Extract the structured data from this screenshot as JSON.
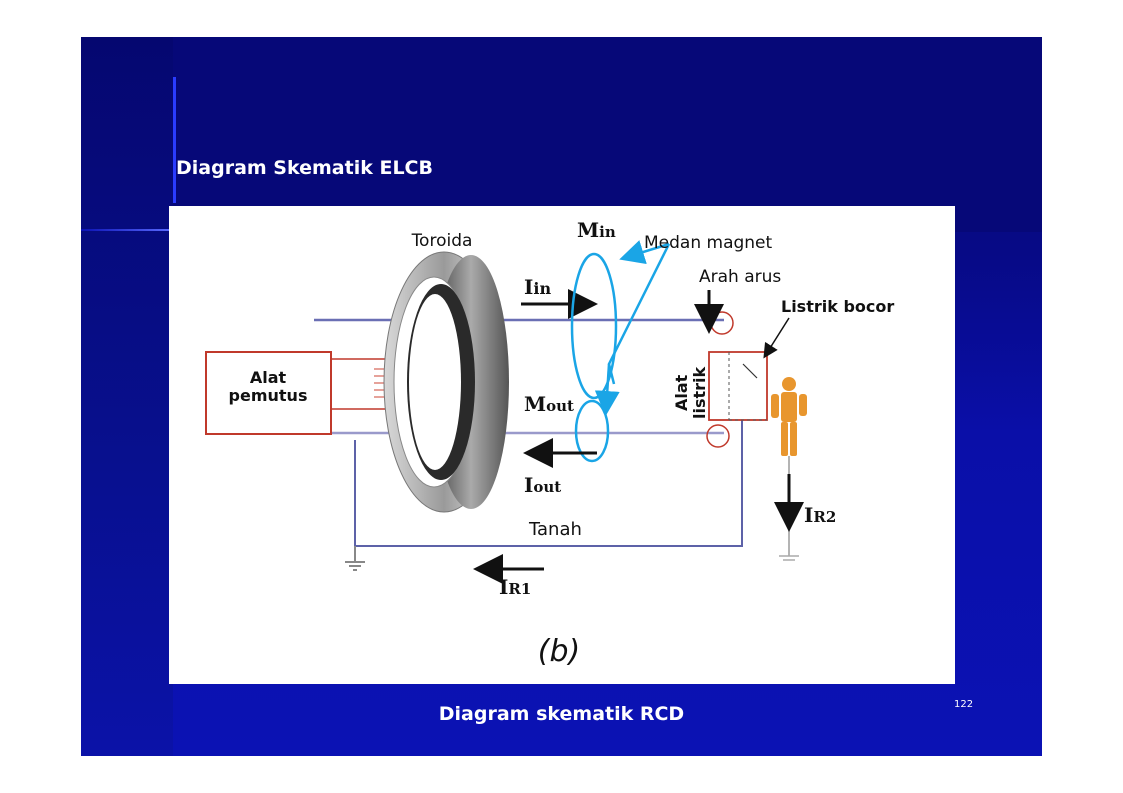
{
  "slide": {
    "title": "Diagram Skematik ELCB",
    "caption": "Diagram skematik RCD",
    "page_number": "122"
  },
  "diagram": {
    "labels": {
      "toroida": "Toroida",
      "m_in_main": "M",
      "m_in_sub": "in",
      "medan_magnet": "Medan magnet",
      "arah_arus": "Arah arus",
      "listrik_bocor": "Listrik bocor",
      "i_in_main": "I",
      "i_in_sub": "in",
      "alat_pemutus_line1": "Alat",
      "alat_pemutus_line2": "pemutus",
      "alat_listrik_line1": "Alat",
      "alat_listrik_line2": "listrik",
      "m_out_main": "M",
      "m_out_sub": "out",
      "i_out_main": "I",
      "i_out_sub": "out",
      "tanah": "Tanah",
      "i_r1_main": "I",
      "i_r1_sub": "R1",
      "i_r2_main": "I",
      "i_r2_sub": "R2",
      "figure_label": "(b)"
    },
    "colors": {
      "wire": "#7a7fb0",
      "field": "#1aa5e6",
      "breaker_box": "#c0392b",
      "person": "#e8962e",
      "arrow": "#111111"
    }
  }
}
